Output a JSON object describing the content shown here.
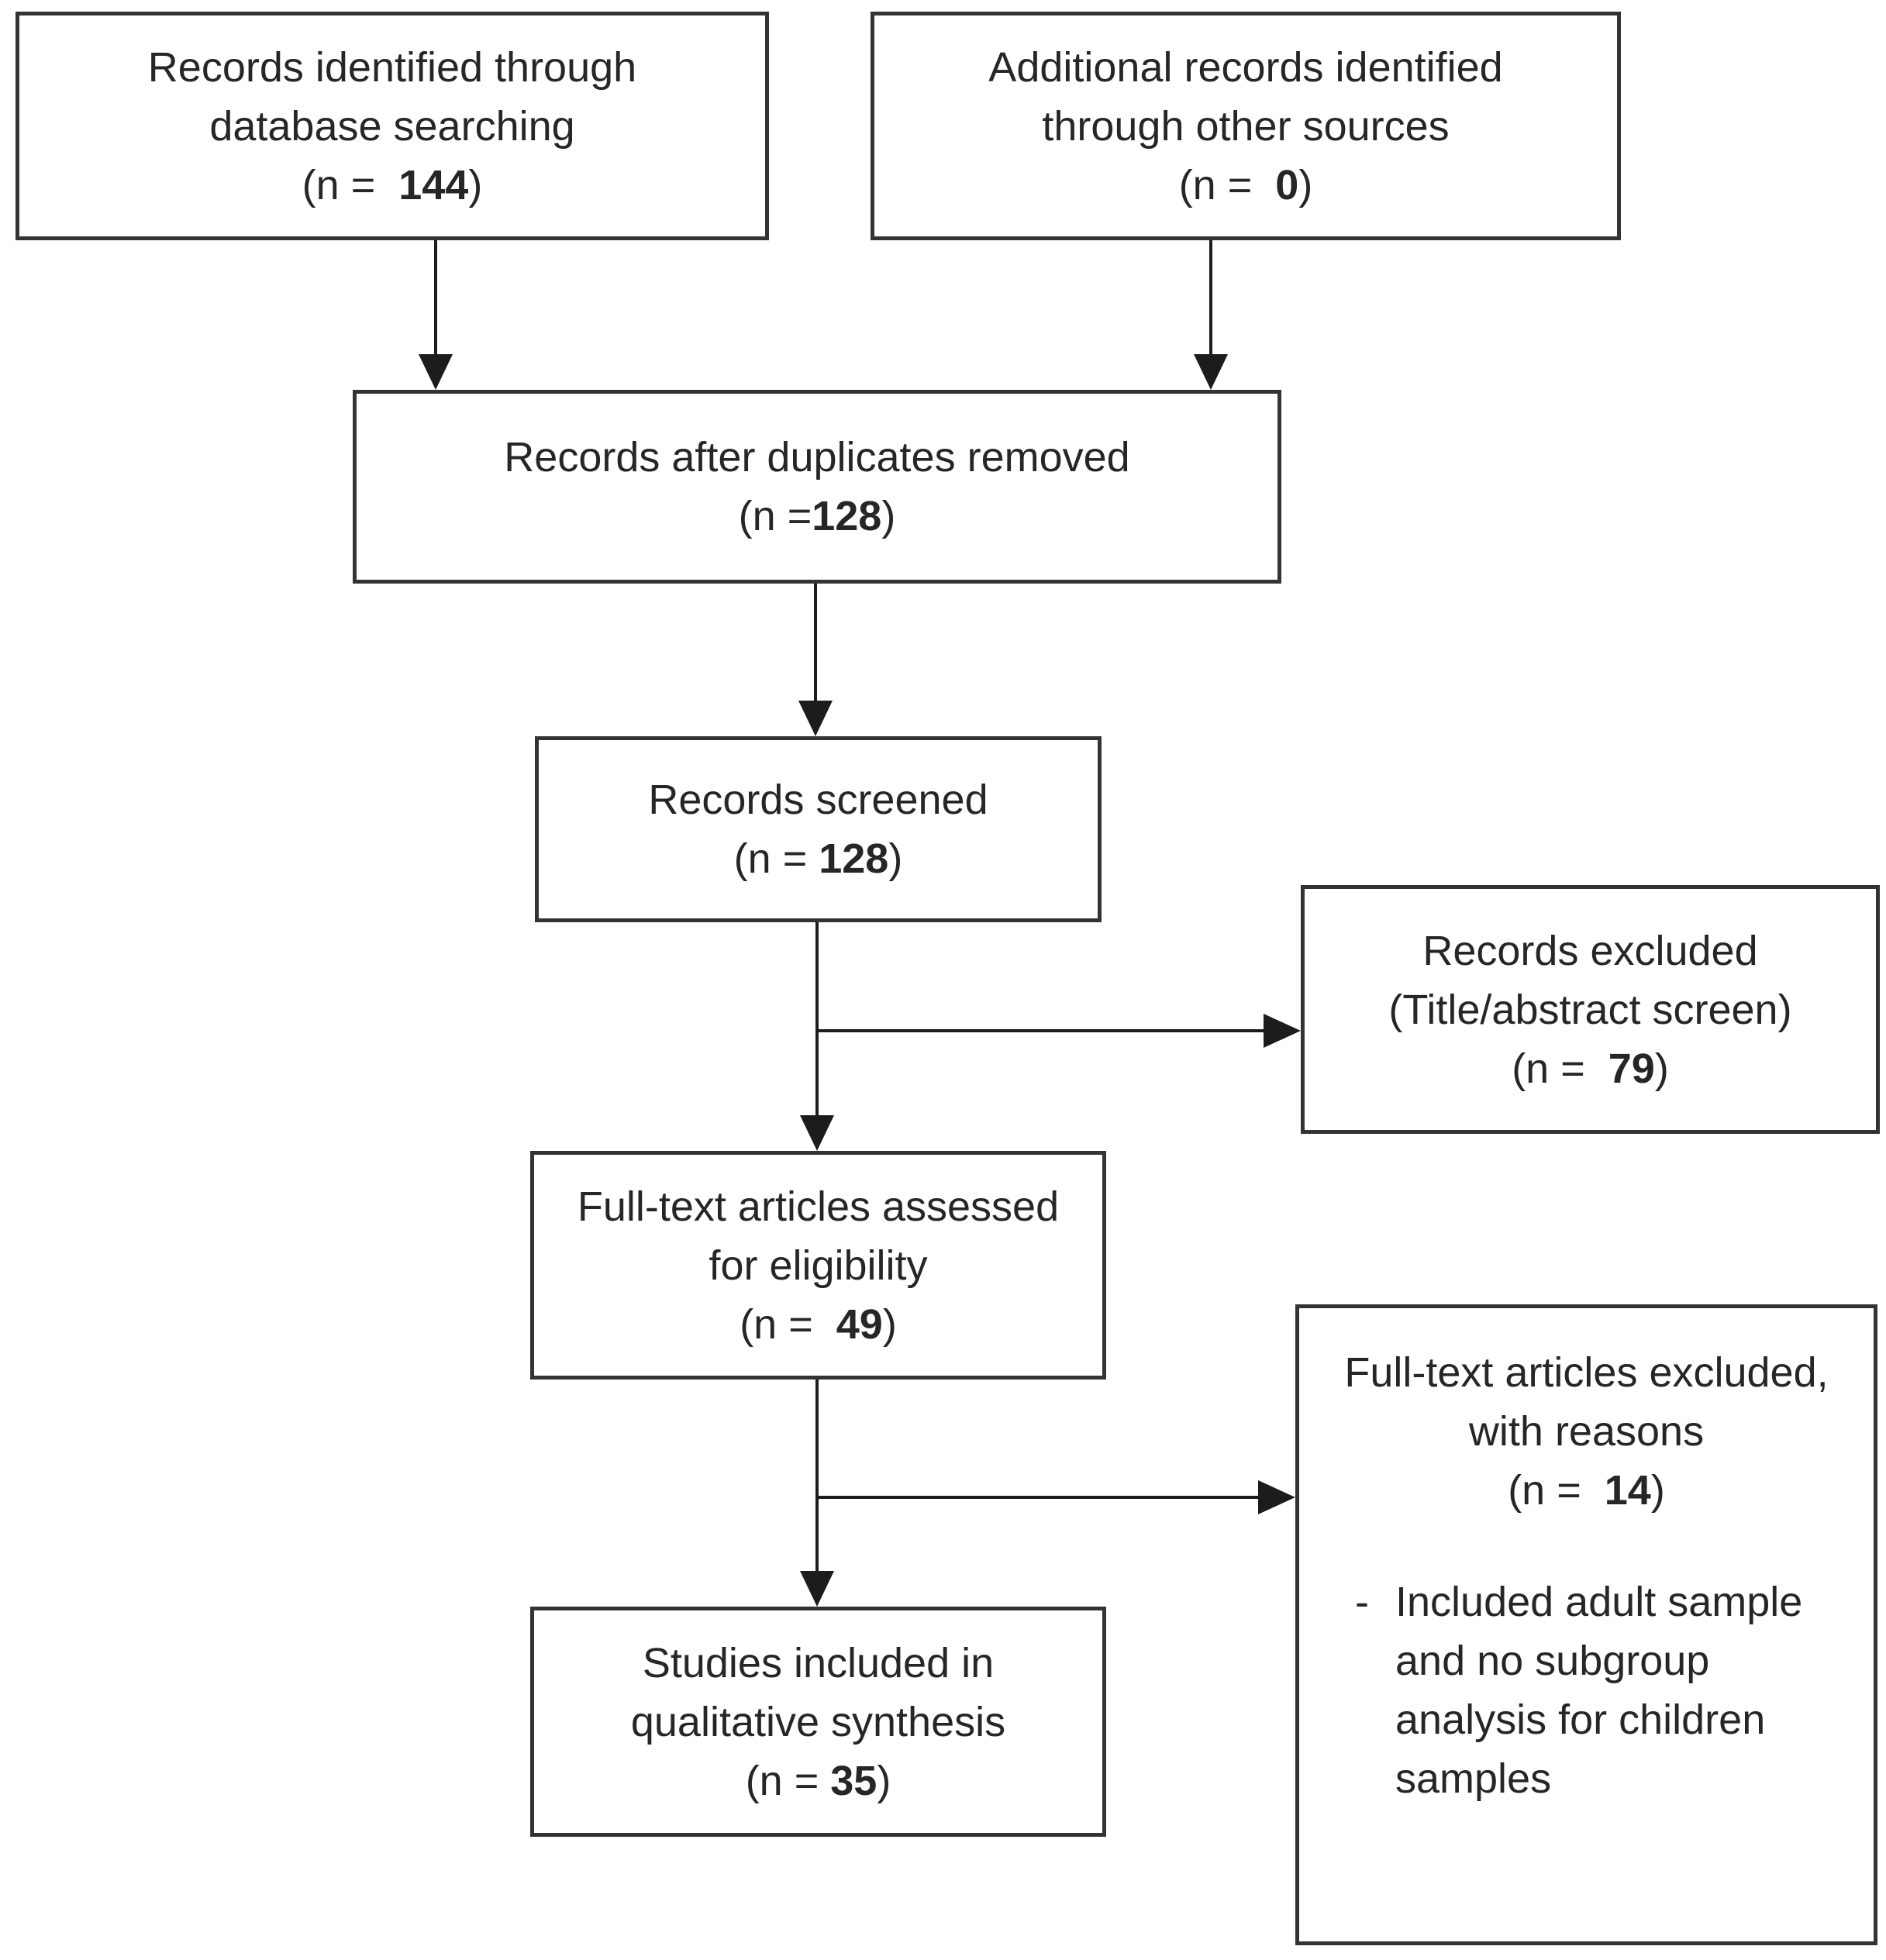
{
  "colors": {
    "background": "#ffffff",
    "border": "#333333",
    "text": "#262626",
    "arrow": "#1c1c1c"
  },
  "boxes": {
    "identified": {
      "line1": "Records identified through",
      "line2": "database searching",
      "n_prefix": "(n =  ",
      "n_value": "144",
      "n_suffix": ")"
    },
    "additional": {
      "line1": "Additional records identified",
      "line2": "through other sources",
      "n_prefix": "(n =  ",
      "n_value": "0",
      "n_suffix": ")"
    },
    "duplicates": {
      "line1": "Records after duplicates removed",
      "n_prefix": "(n =",
      "n_value": "128",
      "n_suffix": ")"
    },
    "screened": {
      "line1": "Records screened",
      "n_prefix": "(n = ",
      "n_value": "128",
      "n_suffix": ")"
    },
    "excluded": {
      "line1": "Records excluded",
      "line2": "(Title/abstract screen)",
      "n_prefix": "(n =  ",
      "n_value": "79",
      "n_suffix": ")"
    },
    "fulltext": {
      "line1": "Full-text articles assessed",
      "line2": "for eligibility",
      "n_prefix": "(n =  ",
      "n_value": "49",
      "n_suffix": ")"
    },
    "ft_excluded": {
      "line1": "Full-text articles excluded,",
      "line2": "with reasons",
      "n_prefix": "(n =  ",
      "n_value": "14",
      "n_suffix": ")",
      "bullet_marker": "-",
      "bullet_line1": "Included adult sample",
      "bullet_line2": "and no subgroup",
      "bullet_line3": "analysis for children",
      "bullet_line4": "samples"
    },
    "included": {
      "line1": "Studies included in",
      "line2": "qualitative synthesis",
      "n_prefix": "(n = ",
      "n_value": "35",
      "n_suffix": ")"
    }
  }
}
